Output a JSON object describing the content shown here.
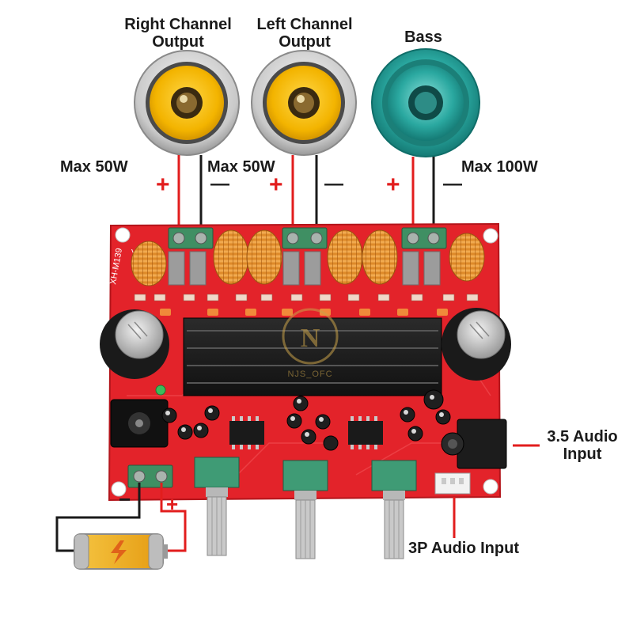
{
  "labels": {
    "right_channel": "Right Channel\nOutput",
    "left_channel": "Left Channel\nOutput",
    "bass": "Bass",
    "max_right": "Max 50W",
    "max_left": "Max 50W",
    "max_bass": "Max 100W",
    "audio_35": "3.5 Audio\nInput",
    "audio_3p": "3P Audio Input"
  },
  "polarity": {
    "plus": "+",
    "minus": "—",
    "battery_minus": "−",
    "battery_plus": "+"
  },
  "board": {
    "model": "XH-M139",
    "version": "V3",
    "watermark": "NJS_OFC"
  },
  "colors": {
    "board": "#e3232a",
    "speaker_yellow": "#f3b400",
    "speaker_teal": "#2aa8a0",
    "wire_red": "#e21d1d",
    "wire_black": "#1a1a1a",
    "terminal_green": "#3f8f63"
  }
}
